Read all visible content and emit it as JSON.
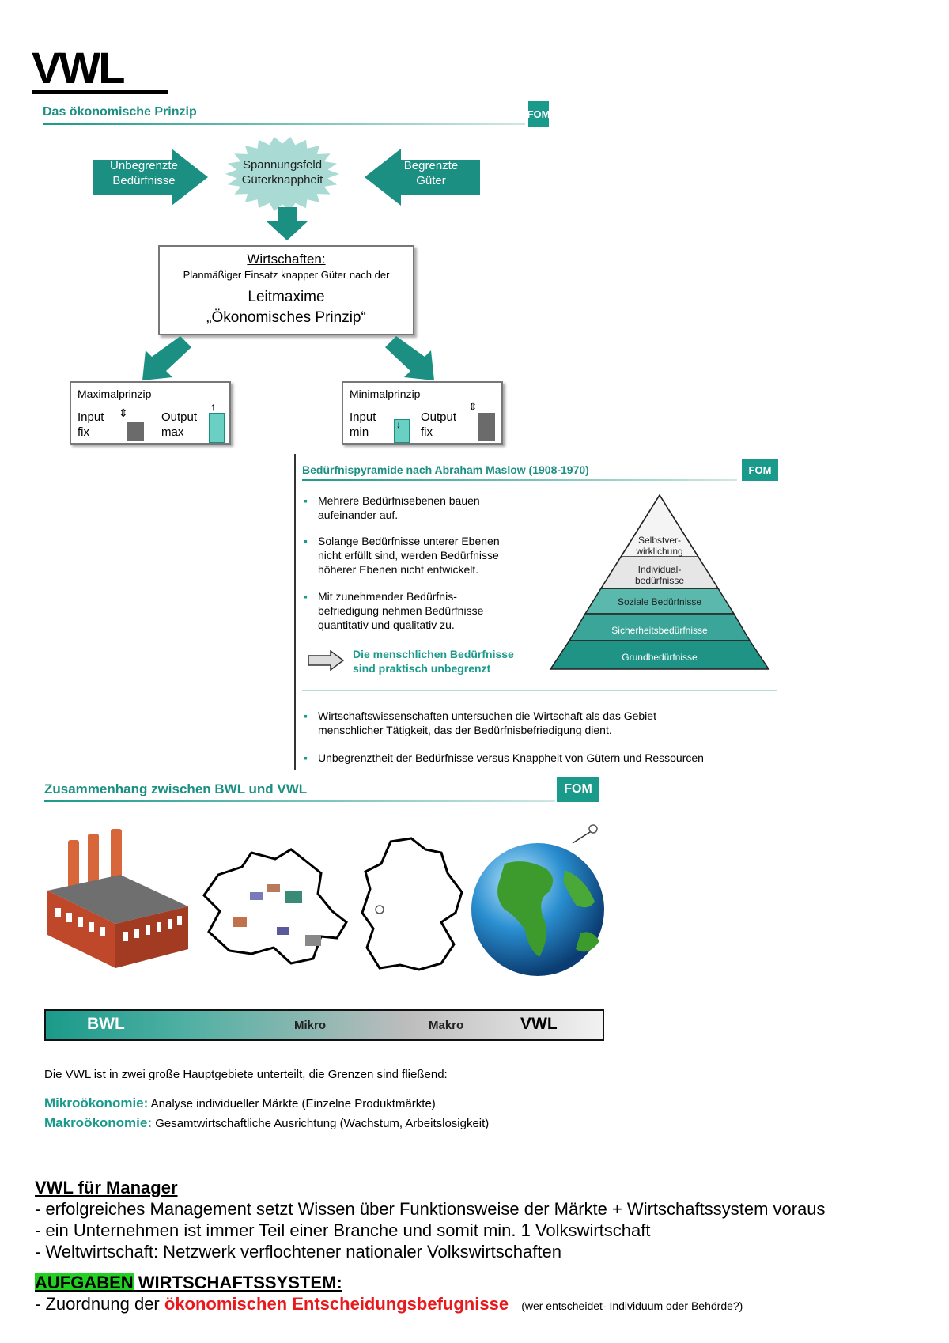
{
  "doc_title": "VWL",
  "slide1": {
    "title": "Das ökonomische Prinzip",
    "logo": "FOM",
    "left_arrow": [
      "Unbegrenzte",
      "Bedürfnisse"
    ],
    "center": [
      "Spannungsfeld",
      "Güterknappheit"
    ],
    "right_arrow": [
      "Begrenzte",
      "Güter"
    ],
    "box_heading": "Wirtschaften:",
    "box_line": "Planmäßiger Einsatz knapper Güter nach der",
    "box_maxime1": "Leitmaxime",
    "box_maxime2": "„Ökonomisches Prinzip“",
    "max": {
      "title": "Maximalprinzip",
      "input": "Input",
      "input2": "fix",
      "output": "Output",
      "output2": "max"
    },
    "min": {
      "title": "Minimalprinzip",
      "input": "Input",
      "input2": "min",
      "output": "Output",
      "output2": "fix"
    }
  },
  "slide2": {
    "title": "Bedürfnispyramide nach Abraham Maslow (1908-1970)",
    "logo": "FOM",
    "bullets": [
      [
        "Mehrere Bedürfnisebenen bauen",
        "aufeinander auf."
      ],
      [
        "Solange Bedürfnisse unterer Ebenen",
        "nicht erfüllt sind, werden Bedürfnisse",
        "höherer Ebenen nicht entwickelt."
      ],
      [
        "Mit zunehmender Bedürfnis-",
        "befriedigung nehmen Bedürfnisse",
        "quantitativ und qualitativ zu."
      ]
    ],
    "conclusion": [
      "Die menschlichen Bedürfnisse",
      "sind praktisch unbegrenzt"
    ],
    "pyramid": [
      "Selbstver-",
      "wirklichung",
      "Individual-",
      "bedürfnisse",
      "Soziale Bedürfnisse",
      "Sicherheitsbedürfnisse",
      "Grundbedürfnisse"
    ],
    "bottom_bullets": [
      [
        "Wirtschaftswissenschaften untersuchen die Wirtschaft als das Gebiet",
        "menschlicher Tätigkeit, das der Bedürfnisbefriedigung dient."
      ],
      [
        "Unbegrenztheit der Bedürfnisse versus Knappheit von Gütern und Ressourcen"
      ]
    ]
  },
  "slide3": {
    "title": "Zusammenhang zwischen BWL und VWL",
    "logo": "FOM",
    "bar": {
      "bwl": "BWL",
      "mikro": "Mikro",
      "makro": "Makro",
      "vwl": "VWL"
    },
    "intro": "Die VWL ist in zwei große Hauptgebiete unterteilt, die Grenzen sind fließend:",
    "mikro_term": "Mikroökonomie:",
    "mikro_desc": " Analyse individueller Märkte (Einzelne Produktmärkte)",
    "makro_term": "Makroökonomie:",
    "makro_desc": " Gesamtwirtschaftliche Ausrichtung (Wachstum, Arbeitslosigkeit)"
  },
  "notes": {
    "heading": "VWL für Manager",
    "lines": [
      "- erfolgreiches Management setzt Wissen über Funktionsweise der Märkte + Wirtschaftssystem voraus",
      "- ein Unternehmen ist immer Teil einer Branche und somit min. 1 Volkswirtschaft",
      "- Weltwirtschaft: Netzwerk verflochtener nationaler Volkswirtschaften"
    ],
    "aufgaben_highlight": "AUFGABEN",
    "aufgaben_rest": " WIRTSCHAFTSSYSTEM:",
    "last_prefix": "- Zuordnung der ",
    "last_red": "ökonomischen Entscheidungsbefugnisse",
    "last_small": "(wer entscheidet- Individuum oder Behörde?)"
  }
}
